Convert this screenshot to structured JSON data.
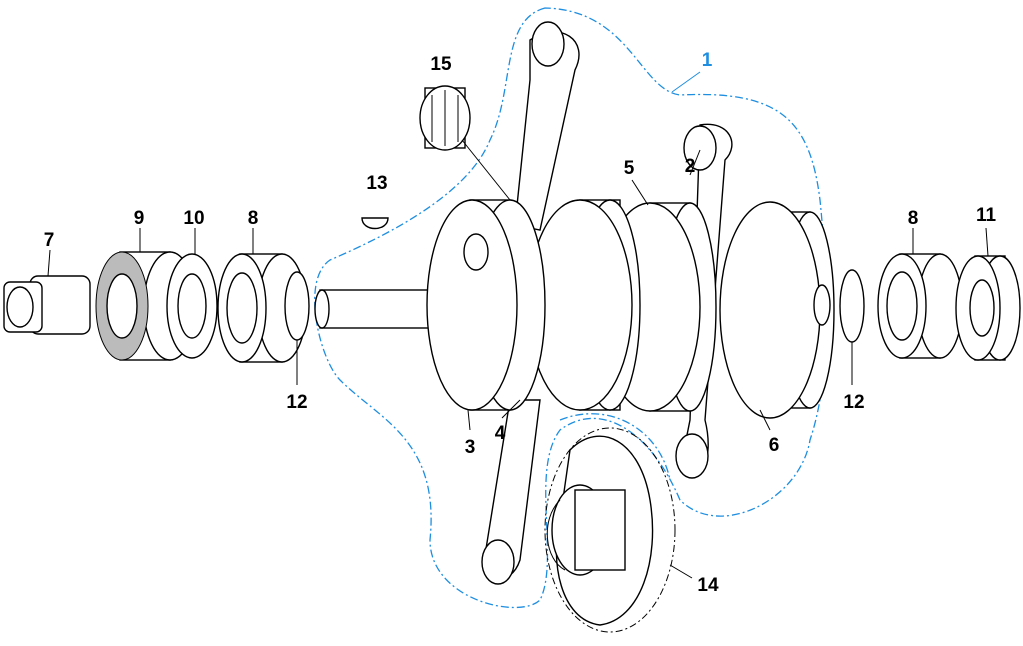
{
  "diagram": {
    "labels": {
      "l1": "1",
      "l2": "2",
      "l3": "3",
      "l4": "4",
      "l5": "5",
      "l6": "6",
      "l7": "7",
      "l8a": "8",
      "l8b": "8",
      "l9": "9",
      "l10": "10",
      "l11": "11",
      "l12a": "12",
      "l12b": "12",
      "l13": "13",
      "l14": "14",
      "l15": "15"
    },
    "colors": {
      "assembly_outline": "#1e8ee0",
      "lines": "#000000"
    }
  }
}
